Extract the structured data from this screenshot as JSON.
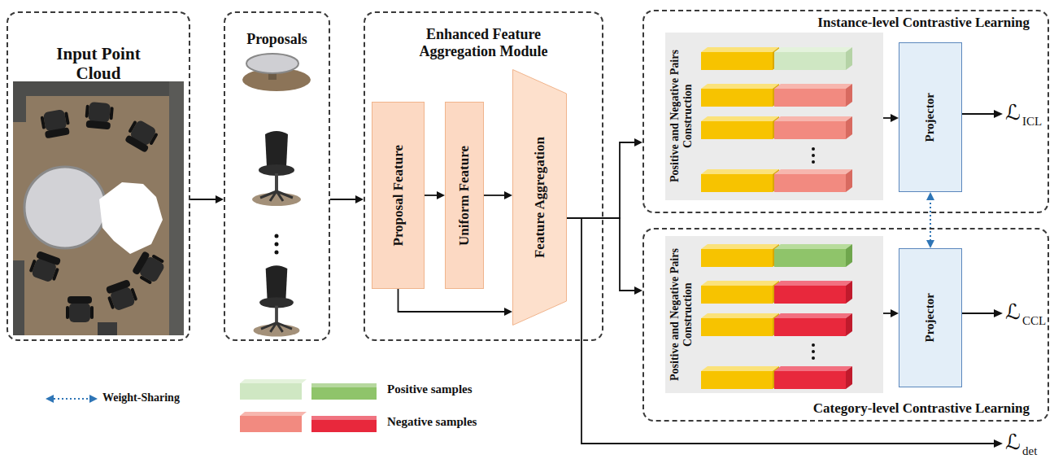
{
  "diagram": {
    "nodes": [
      {
        "text": [
          "Input Point Cloud"
        ]
      },
      {
        "text": [
          "Proposals"
        ]
      },
      {
        "text": [
          "Enhanced Feature Aggregation Module"
        ]
      },
      {
        "text": [
          "Proposal Feature"
        ],
        "in": 2
      },
      {
        "text": [
          "Uniform Feature"
        ],
        "in": 2
      },
      {
        "text": [
          "Feature Aggregation"
        ],
        "in": 2
      },
      {
        "text": [
          "Instance-level Contrastive Learning"
        ]
      },
      {
        "text": [
          "Positive and Negative Pairs Construction"
        ],
        "in": 6
      },
      {
        "text": [
          "Projector"
        ],
        "in": 6
      },
      {
        "text": [
          "Category-level Contrastive Learning"
        ]
      },
      {
        "text": [
          "Positive and Negative Pairs Construction"
        ],
        "in": 9
      },
      {
        "text": [
          "Projector"
        ],
        "in": 9
      }
    ],
    "edges": [
      {
        "from": 0,
        "to": 1,
        "arrow": "to"
      },
      {
        "from": 1,
        "to": 2,
        "arrow": "to"
      },
      {
        "from": 3,
        "to": 4,
        "arrow": "to"
      },
      {
        "from": 4,
        "to": 5,
        "arrow": "to"
      },
      {
        "from": 3,
        "to": 5,
        "arrow": "to"
      },
      {
        "from": 5,
        "to": 6,
        "arrow": "to"
      },
      {
        "from": 5,
        "to": 9,
        "arrow": "to"
      },
      {
        "from": 7,
        "to": 8,
        "arrow": "to"
      },
      {
        "from": 10,
        "to": 11,
        "arrow": "to"
      },
      {
        "from": 8,
        "to": 11,
        "arrow": "both"
      }
    ],
    "labels": [
      "ℒ",
      "ICL",
      "ℒ",
      "CCL",
      "ℒ",
      "det"
    ],
    "legend": [
      {
        "text": "Weight-Sharing"
      },
      {
        "text": "Positive samples",
        "color": "#8fc46a"
      },
      {
        "text": "Negative samples",
        "color": "#e8283c"
      }
    ]
  }
}
